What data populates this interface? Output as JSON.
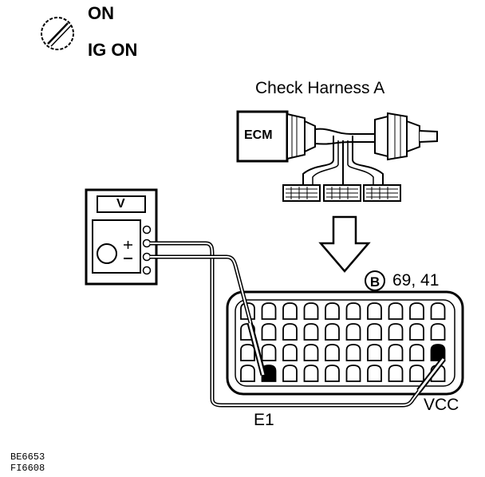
{
  "ignition": {
    "switch_state": "ON",
    "condition": "IG ON"
  },
  "harness": {
    "title": "Check Harness A",
    "unit_label": "ECM"
  },
  "meter": {
    "mode": "V"
  },
  "connector": {
    "id_mark": "B",
    "pins": "69, 41",
    "ground_label": "E1",
    "supply_label": "VCC",
    "rows": 4,
    "cols": 10
  },
  "codes": {
    "line1": "BE6653",
    "line2": "FI6608"
  }
}
